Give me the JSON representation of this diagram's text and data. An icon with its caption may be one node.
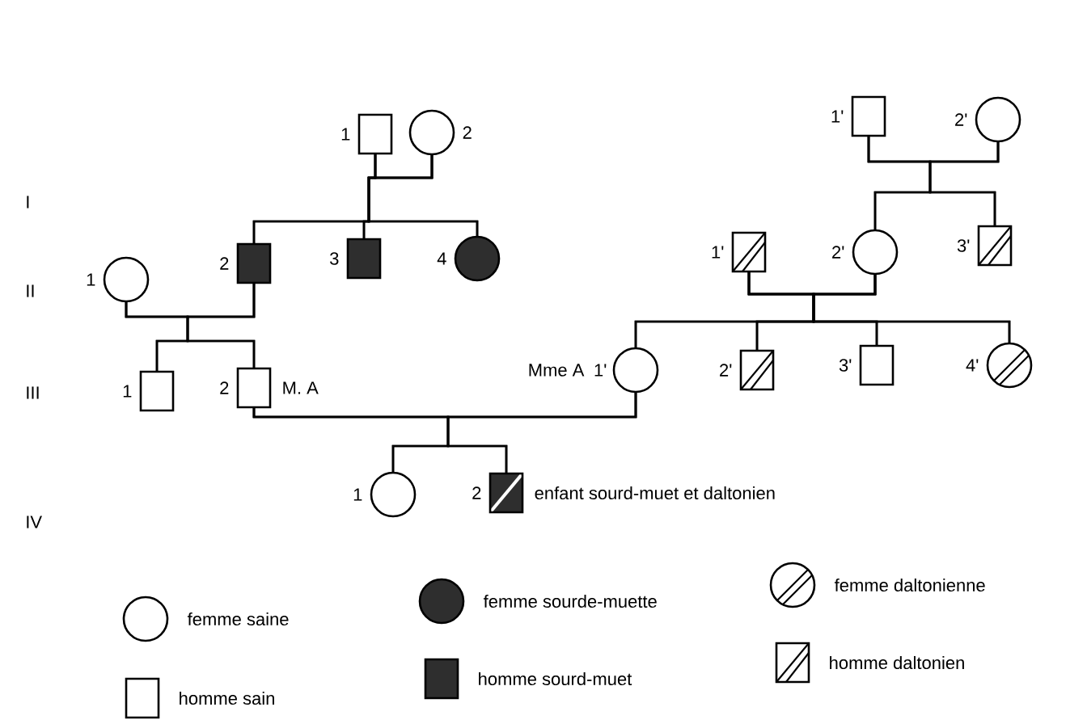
{
  "diagram": {
    "nodes": [
      {
        "text": [],
        "shape": "box",
        "beside": [
          "1"
        ]
      },
      {
        "text": [],
        "shape": "circle",
        "beside": [
          "2"
        ]
      },
      {
        "text": [],
        "shape": "box",
        "beside": [
          "1'"
        ]
      },
      {
        "text": [],
        "shape": "circle",
        "beside": [
          "2'"
        ]
      },
      {
        "text": [],
        "shape": "circle",
        "beside": [
          "1"
        ]
      },
      {
        "text": [],
        "shape": "box",
        "beside": [
          "2"
        ]
      },
      {
        "text": [],
        "shape": "box",
        "beside": [
          "3"
        ]
      },
      {
        "text": [],
        "shape": "circle",
        "beside": [
          "4"
        ]
      },
      {
        "text": [],
        "shape": "box",
        "beside": [
          "1'"
        ]
      },
      {
        "text": [],
        "shape": "circle",
        "beside": [
          "2'"
        ]
      },
      {
        "text": [],
        "shape": "box",
        "beside": [
          "3'"
        ]
      },
      {
        "text": [],
        "shape": "box",
        "beside": [
          "1"
        ]
      },
      {
        "text": [],
        "shape": "box",
        "beside": [
          "2",
          "M. A"
        ]
      },
      {
        "text": [],
        "shape": "circle",
        "beside": [
          "Mme A",
          "1'"
        ]
      },
      {
        "text": [],
        "shape": "box",
        "beside": [
          "2'"
        ]
      },
      {
        "text": [],
        "shape": "box",
        "beside": [
          "3'"
        ]
      },
      {
        "text": [],
        "shape": "circle",
        "beside": [
          "4'"
        ]
      },
      {
        "text": [],
        "shape": "circle",
        "beside": [
          "1"
        ]
      },
      {
        "text": [],
        "shape": "box",
        "beside": [
          "2",
          "enfant sourd-muet et daltonien"
        ]
      }
    ],
    "edges": [
      {
        "from": 0,
        "to": 1,
        "arrow": "none"
      },
      {
        "from": 0,
        "to": 5,
        "arrow": "none"
      },
      {
        "from": 0,
        "to": 6,
        "arrow": "none"
      },
      {
        "from": 0,
        "to": 7,
        "arrow": "none"
      },
      {
        "from": 1,
        "to": 5,
        "arrow": "none"
      },
      {
        "from": 1,
        "to": 6,
        "arrow": "none"
      },
      {
        "from": 1,
        "to": 7,
        "arrow": "none"
      },
      {
        "from": 2,
        "to": 3,
        "arrow": "none"
      },
      {
        "from": 2,
        "to": 9,
        "arrow": "none"
      },
      {
        "from": 2,
        "to": 10,
        "arrow": "none"
      },
      {
        "from": 3,
        "to": 9,
        "arrow": "none"
      },
      {
        "from": 3,
        "to": 10,
        "arrow": "none"
      },
      {
        "from": 4,
        "to": 5,
        "arrow": "none"
      },
      {
        "from": 4,
        "to": 11,
        "arrow": "none"
      },
      {
        "from": 4,
        "to": 12,
        "arrow": "none"
      },
      {
        "from": 5,
        "to": 11,
        "arrow": "none"
      },
      {
        "from": 5,
        "to": 12,
        "arrow": "none"
      },
      {
        "from": 8,
        "to": 9,
        "arrow": "none"
      },
      {
        "from": 8,
        "to": 13,
        "arrow": "none"
      },
      {
        "from": 8,
        "to": 14,
        "arrow": "none"
      },
      {
        "from": 8,
        "to": 15,
        "arrow": "none"
      },
      {
        "from": 8,
        "to": 16,
        "arrow": "none"
      },
      {
        "from": 9,
        "to": 13,
        "arrow": "none"
      },
      {
        "from": 9,
        "to": 14,
        "arrow": "none"
      },
      {
        "from": 9,
        "to": 15,
        "arrow": "none"
      },
      {
        "from": 9,
        "to": 16,
        "arrow": "none"
      },
      {
        "from": 12,
        "to": 13,
        "arrow": "none"
      },
      {
        "from": 12,
        "to": 17,
        "arrow": "none"
      },
      {
        "from": 12,
        "to": 18,
        "arrow": "none"
      },
      {
        "from": 13,
        "to": 17,
        "arrow": "none"
      },
      {
        "from": 13,
        "to": 18,
        "arrow": "none"
      }
    ],
    "labels": [
      "I",
      "II",
      "III",
      "IV"
    ],
    "legend": [
      {
        "text": "femme saine"
      },
      {
        "text": "femme sourde-muette"
      },
      {
        "text": "femme daltonienne"
      },
      {
        "text": "homme sain"
      },
      {
        "text": "homme sourd-muet"
      },
      {
        "text": "homme daltonien"
      }
    ]
  }
}
